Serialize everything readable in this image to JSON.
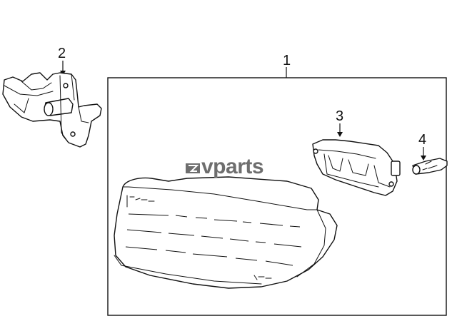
{
  "callouts": [
    {
      "number": "1",
      "part": "fog-lamp-assembly"
    },
    {
      "number": "2",
      "part": "mounting-bracket"
    },
    {
      "number": "3",
      "part": "bulb-socket-housing"
    },
    {
      "number": "4",
      "part": "bulb"
    }
  ],
  "watermark": {
    "text": "vparts",
    "logo_icon": "ev-logo-icon",
    "color": "#6e6e6e"
  }
}
